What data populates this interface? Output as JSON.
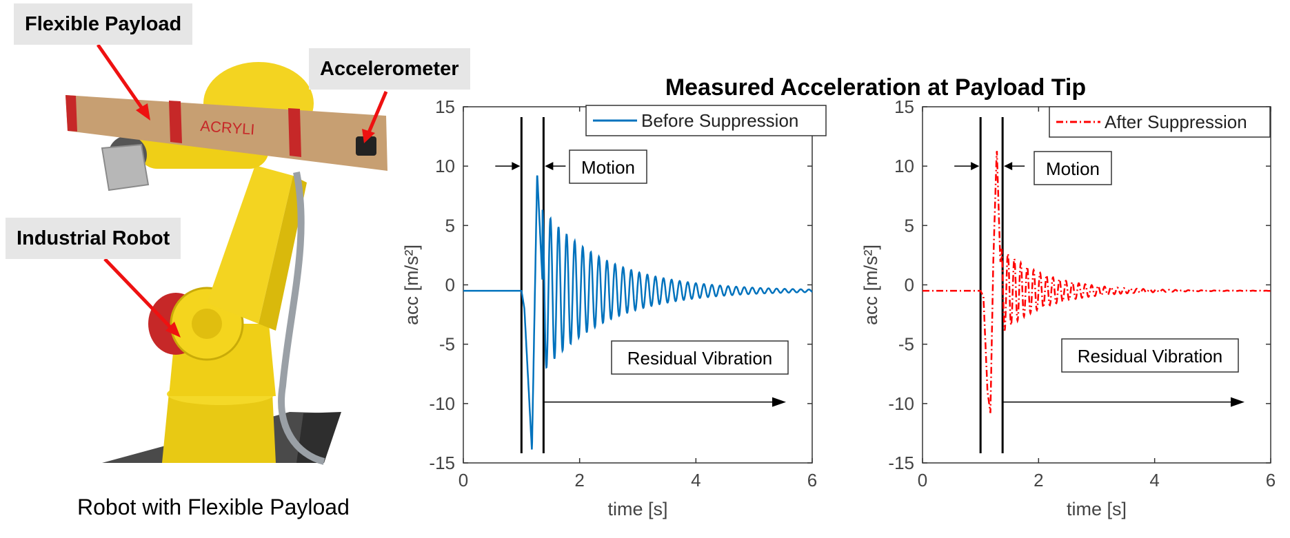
{
  "photo": {
    "labels": {
      "flexible_payload": "Flexible Payload",
      "accelerometer": "Accelerometer",
      "industrial_robot": "Industrial Robot"
    },
    "caption": "Robot with Flexible Payload",
    "payload_print": "ACRYLI"
  },
  "figure_title": "Measured Acceleration at Payload Tip",
  "colors": {
    "before": "#0072bd",
    "after": "#ff0000",
    "robot_yellow": "#f2d21b",
    "label_bg": "#e6e6e6",
    "arrow_red": "#ee1111"
  },
  "chart_data": [
    {
      "type": "line",
      "xlabel": "time [s]",
      "ylabel": "acc [m/s²]",
      "xlim": [
        0,
        6
      ],
      "ylim": [
        -15,
        15
      ],
      "xticks": [
        0,
        2,
        4,
        6
      ],
      "yticks": [
        -15,
        -10,
        -5,
        0,
        5,
        10,
        15
      ],
      "grid": false,
      "legend_position": "top-right",
      "series": [
        {
          "name": "Before Suppression",
          "color": "#0072bd",
          "style": "solid",
          "baseline": -0.5,
          "pulse": {
            "start": 1.0,
            "peaks": [
              [
                1.05,
                -2
              ],
              [
                1.18,
                -14
              ],
              [
                1.27,
                9.5
              ],
              [
                1.36,
                0.3
              ]
            ]
          },
          "residual": {
            "start": 1.36,
            "amplitude": 6.9,
            "frequency_hz": 7.2,
            "decay_per_s": 0.9,
            "end": 6.0
          }
        }
      ],
      "vlines": [
        1.0,
        1.38
      ],
      "annotations": {
        "motion": "Motion",
        "residual": "Residual Vibration",
        "arrow_y_motion": 10,
        "arrow_y_residual": -9
      }
    },
    {
      "type": "line",
      "xlabel": "time [s]",
      "ylabel": "acc [m/s²]",
      "xlim": [
        0,
        6
      ],
      "ylim": [
        -15,
        15
      ],
      "xticks": [
        0,
        2,
        4,
        6
      ],
      "yticks": [
        -15,
        -10,
        -5,
        0,
        5,
        10,
        15
      ],
      "grid": false,
      "legend_position": "top-right",
      "series": [
        {
          "name": "After Suppression",
          "color": "#ff0000",
          "style": "dashdot",
          "baseline": -0.5,
          "pulse": {
            "start": 1.0,
            "peaks": [
              [
                1.05,
                -1
              ],
              [
                1.12,
                -9
              ],
              [
                1.17,
                -10.8
              ],
              [
                1.22,
                2
              ],
              [
                1.28,
                11.5
              ],
              [
                1.34,
                2
              ]
            ]
          },
          "residual": {
            "start": 1.36,
            "amplitude": 3.6,
            "frequency_hz": 9.0,
            "decay_per_s": 1.3,
            "end": 6.0
          }
        }
      ],
      "vlines": [
        1.0,
        1.38
      ],
      "annotations": {
        "motion": "Motion",
        "residual": "Residual Vibration",
        "arrow_y_motion": 10,
        "arrow_y_residual": -9
      }
    }
  ]
}
